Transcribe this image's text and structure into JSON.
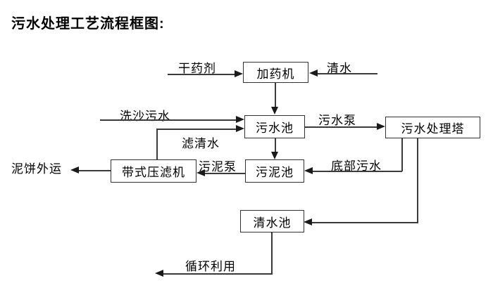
{
  "title": "污水处理工艺流程框图:",
  "nodes": {
    "dosing_machine": {
      "label": "加药机"
    },
    "sewage_pool": {
      "label": "污水池"
    },
    "treatment_tower": {
      "label": "污水处理塔"
    },
    "sludge_pool": {
      "label": "污泥池"
    },
    "belt_filter_press": {
      "label": "带式压滤机"
    },
    "clean_water_pool": {
      "label": "清水池"
    }
  },
  "flow_labels": {
    "dry_chemical": "干药剂",
    "clean_water": "清水",
    "sand_wash_sewage": "洗沙污水",
    "sewage_pump": "污水泵",
    "filtered_water": "滤清水",
    "bottom_sewage": "底部污水",
    "sludge_pump": "污泥泵",
    "mud_cake_outbound": "泥饼外运",
    "recycling": "循环利用"
  },
  "connections": [
    {
      "from": "干药剂",
      "to": "加药机",
      "label": ""
    },
    {
      "from": "清水",
      "to": "加药机",
      "label": ""
    },
    {
      "from": "加药机",
      "to": "污水池",
      "label": ""
    },
    {
      "from": "洗沙污水",
      "to": "污水池",
      "label": ""
    },
    {
      "from": "带式压滤机",
      "to": "污水池",
      "label": "滤清水"
    },
    {
      "from": "污水池",
      "to": "污水处理塔",
      "label": "污水泵"
    },
    {
      "from": "污水池",
      "to": "污泥池",
      "label": ""
    },
    {
      "from": "污水处理塔",
      "to": "污泥池",
      "label": "底部污水"
    },
    {
      "from": "污泥池",
      "to": "带式压滤机",
      "label": "污泥泵"
    },
    {
      "from": "带式压滤机",
      "to": "泥饼外运",
      "label": ""
    },
    {
      "from": "污水处理塔",
      "to": "清水池",
      "label": ""
    },
    {
      "from": "清水池",
      "to": "循环利用",
      "label": ""
    }
  ],
  "colors": {
    "background": "#ffffff",
    "line": "#3a3a3a",
    "box_border": "#333333",
    "arrowhead": "#1a1a1a",
    "text": "#000000"
  }
}
